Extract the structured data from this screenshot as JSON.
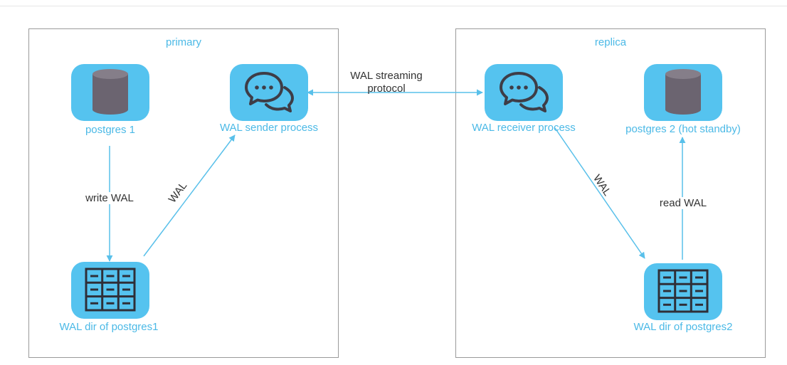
{
  "regions": {
    "primary": {
      "title": "primary"
    },
    "replica": {
      "title": "replica"
    }
  },
  "nodes": {
    "postgres1": {
      "label": "postgres 1",
      "icon": "database-icon"
    },
    "sender": {
      "label": "WAL sender process",
      "icon": "chat-bubbles-icon"
    },
    "waldir1": {
      "label": "WAL dir of postgres1",
      "icon": "file-cabinet-icon"
    },
    "receiver": {
      "label": "WAL receiver process",
      "icon": "chat-bubbles-icon"
    },
    "postgres2": {
      "label": "postgres 2 (hot standby)",
      "icon": "database-icon"
    },
    "waldir2": {
      "label": "WAL dir of postgres2",
      "icon": "file-cabinet-icon"
    }
  },
  "edges": {
    "write_wal": "write WAL",
    "wal_left": "WAL",
    "streaming_line1": "WAL streaming",
    "streaming_line2": "protocol",
    "wal_right": "WAL",
    "read_wal": "read WAL"
  },
  "colors": {
    "node_fill": "#55c3ef",
    "label": "#4bb9e6",
    "arrow": "#59c0ea",
    "database": "#6b6470",
    "icon_stroke": "#3e3d47"
  }
}
